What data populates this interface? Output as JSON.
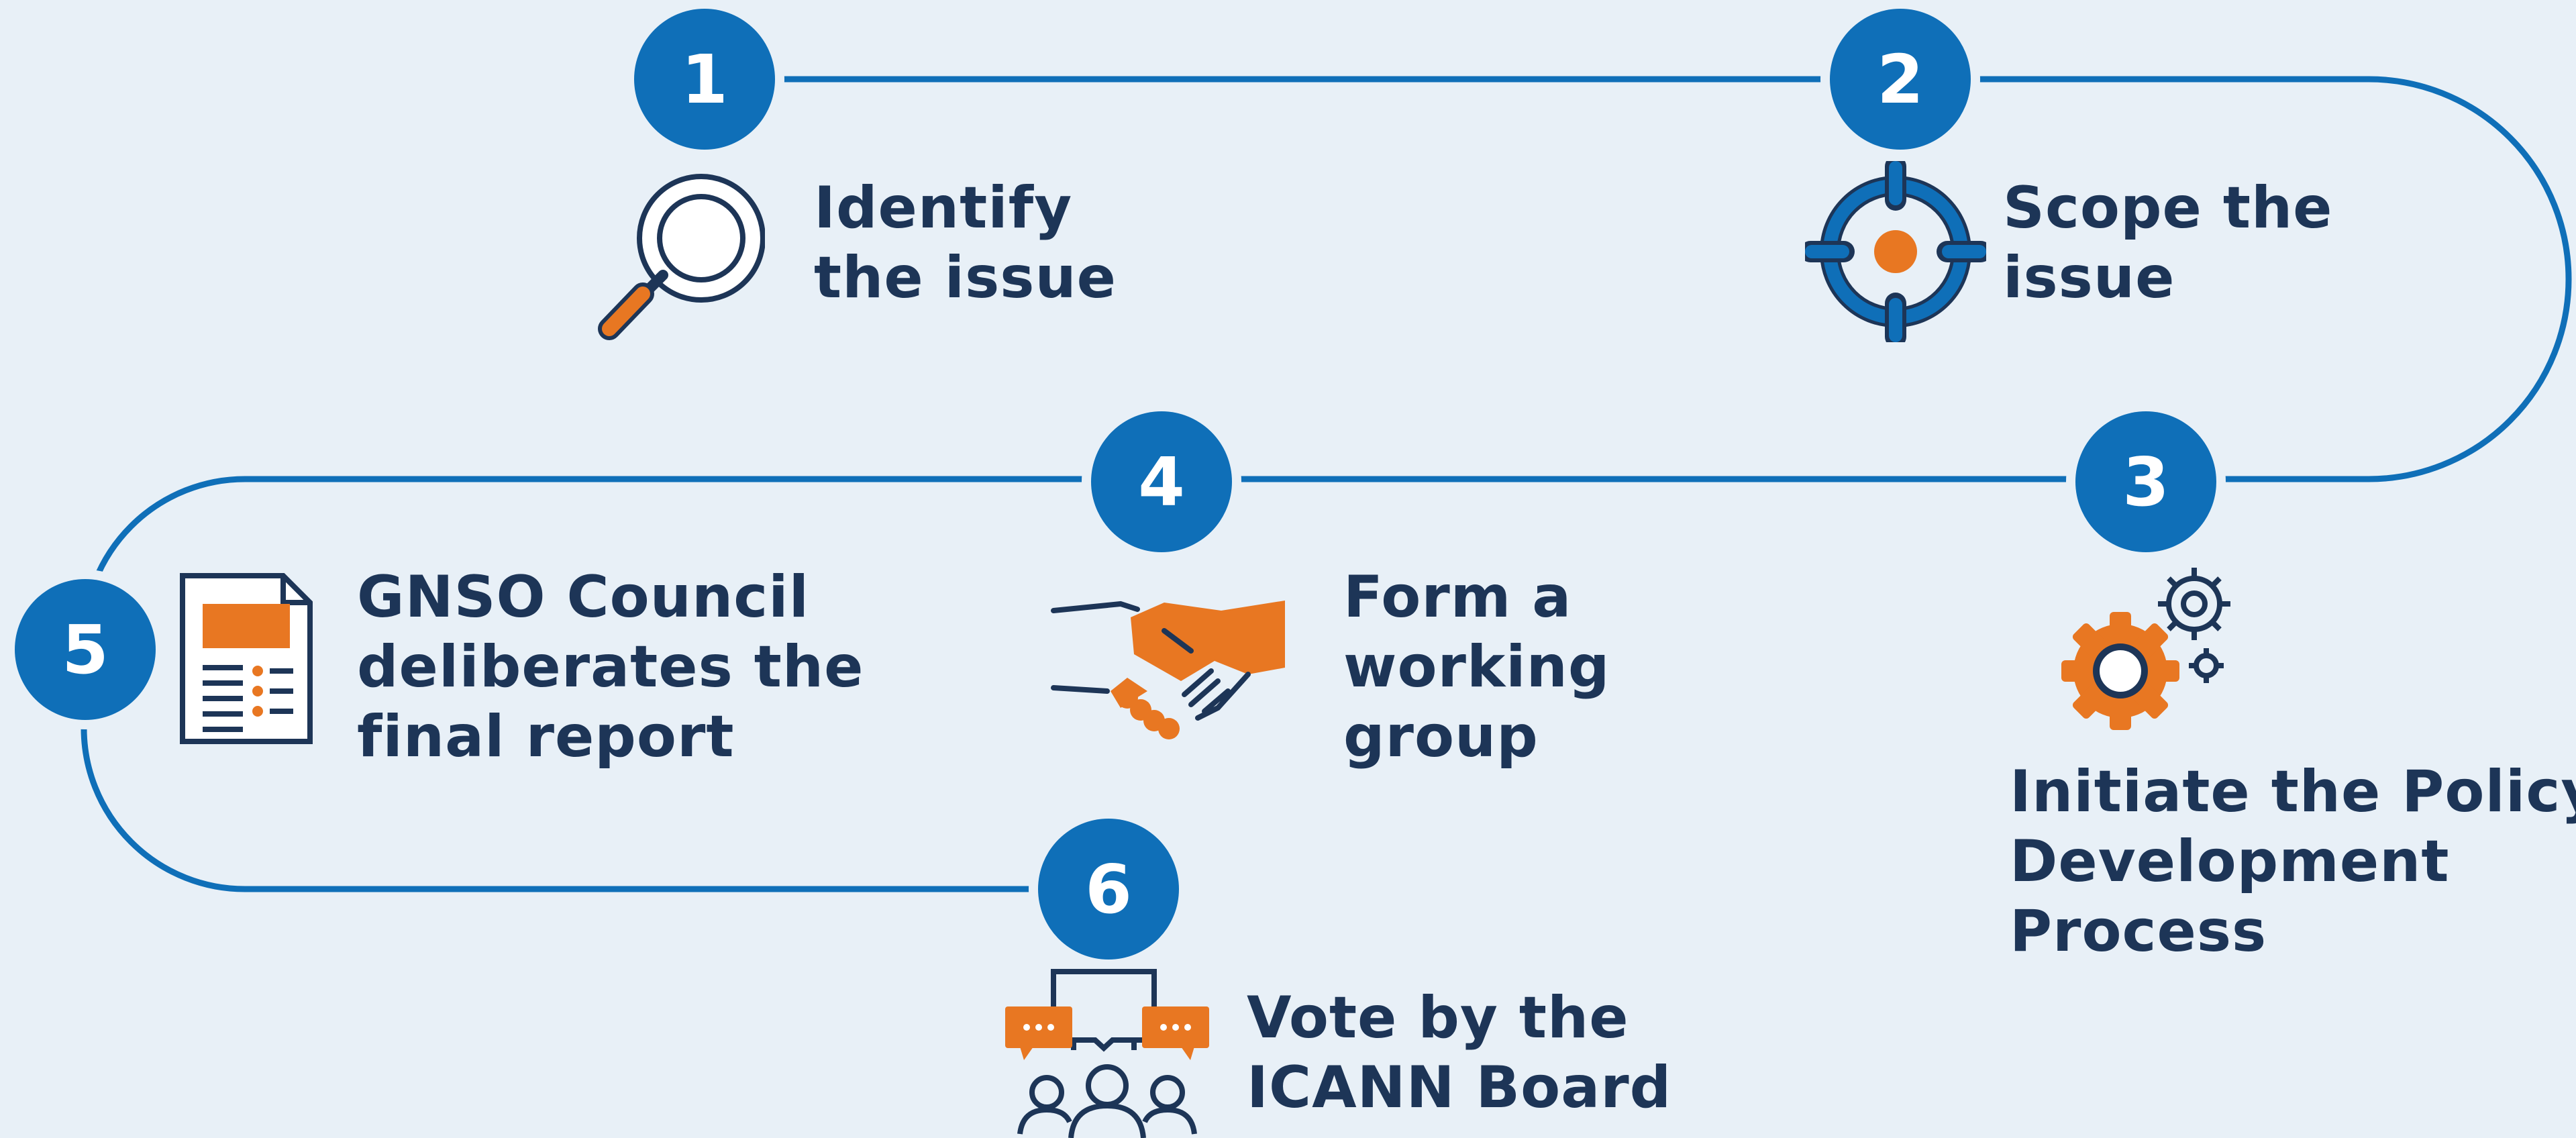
{
  "colors": {
    "background": "#e8f0f7",
    "path": "#0f6fb8",
    "badge": "#0f6fb8",
    "badge_text": "#ffffff",
    "label_text": "#1d3557",
    "icon_outline": "#1d3557",
    "icon_accent": "#e87722"
  },
  "steps": [
    {
      "number": "1",
      "lines": [
        "Identify",
        "the issue"
      ],
      "icon": "magnifier-icon"
    },
    {
      "number": "2",
      "lines": [
        "Scope the",
        "issue"
      ],
      "icon": "crosshair-target-icon"
    },
    {
      "number": "3",
      "lines": [
        "Initiate the Policy",
        "Development",
        "Process"
      ],
      "icon": "gears-icon"
    },
    {
      "number": "4",
      "lines": [
        "Form a",
        "working",
        "group"
      ],
      "icon": "handshake-icon"
    },
    {
      "number": "5",
      "lines": [
        "GNSO Council",
        "deliberates the",
        "final report"
      ],
      "icon": "report-document-icon"
    },
    {
      "number": "6",
      "lines": [
        "Vote by the",
        "ICANN Board"
      ],
      "icon": "board-vote-icon"
    }
  ]
}
